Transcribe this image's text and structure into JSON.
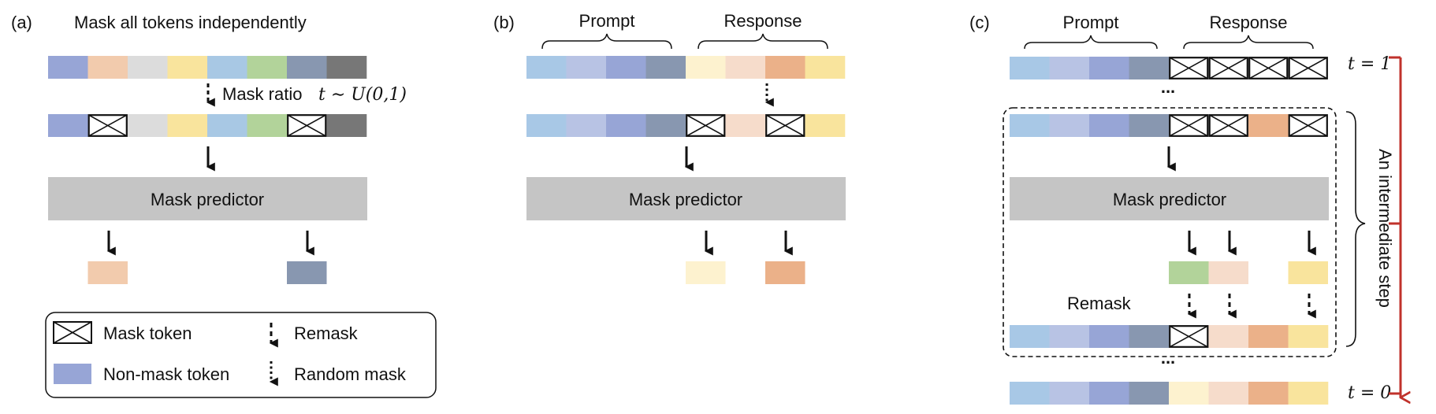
{
  "colors": {
    "c_blue": "#97a5d6",
    "c_peach": "#f2cbad",
    "c_gray": "#dcdcdc",
    "c_yellow": "#f9e49d",
    "c_skyblue": "#a8c8e4",
    "c_green": "#b2d39a",
    "c_slate": "#8897b0",
    "c_dark": "#777777",
    "c_lightblue": "#a8c8e6",
    "c_lavender": "#b8c3e4",
    "c_periwinkle": "#97a5d6",
    "c_cream": "#fdf2cf",
    "c_blush": "#f6dccb",
    "c_orange": "#ebb189",
    "predictor_fill": "#c5c5c5",
    "time_arrow": "#c0322b"
  },
  "panel_a": {
    "label": "(a)",
    "title": "Mask all tokens independently",
    "row1": [
      "c_blue",
      "c_peach",
      "c_gray",
      "c_yellow",
      "c_skyblue",
      "c_green",
      "c_slate",
      "c_dark"
    ],
    "row2": [
      "c_blue",
      "mask",
      "c_gray",
      "c_yellow",
      "c_skyblue",
      "c_green",
      "mask",
      "c_dark"
    ],
    "mask_ratio_text": "Mask ratio",
    "mask_ratio_math": "t ∼ U(0,1)",
    "predictor": "Mask predictor",
    "outputs": [
      {
        "col": 1,
        "color": "c_peach"
      },
      {
        "col": 6,
        "color": "c_slate"
      }
    ]
  },
  "legend": {
    "mask_token": "Mask token",
    "non_mask_token": "Non-mask token",
    "remask": "Remask",
    "random_mask": "Random mask"
  },
  "panel_b": {
    "label": "(b)",
    "prompt": "Prompt",
    "response": "Response",
    "row1": [
      "c_lightblue",
      "c_lavender",
      "c_periwinkle",
      "c_slate",
      "c_cream",
      "c_blush",
      "c_orange",
      "c_yellow"
    ],
    "row2": [
      "c_lightblue",
      "c_lavender",
      "c_periwinkle",
      "c_slate",
      "mask",
      "c_blush",
      "mask",
      "c_yellow"
    ],
    "predictor": "Mask predictor",
    "outputs": [
      {
        "col": 4,
        "color": "c_cream"
      },
      {
        "col": 6,
        "color": "c_orange"
      }
    ]
  },
  "panel_c": {
    "label": "(c)",
    "prompt": "Prompt",
    "response": "Response",
    "row_t1": [
      "c_lightblue",
      "c_lavender",
      "c_periwinkle",
      "c_slate",
      "mask",
      "mask",
      "mask",
      "mask"
    ],
    "row_mid": [
      "c_lightblue",
      "c_lavender",
      "c_periwinkle",
      "c_slate",
      "mask",
      "mask",
      "c_orange",
      "mask"
    ],
    "outputs": [
      {
        "col": 4,
        "color": "c_green"
      },
      {
        "col": 5,
        "color": "c_blush"
      },
      {
        "col": 7,
        "color": "c_yellow"
      }
    ],
    "remask_label": "Remask",
    "row_after": [
      "c_lightblue",
      "c_lavender",
      "c_periwinkle",
      "c_slate",
      "mask",
      "c_blush",
      "c_orange",
      "c_yellow"
    ],
    "row_t0": [
      "c_lightblue",
      "c_lavender",
      "c_periwinkle",
      "c_slate",
      "c_cream",
      "c_blush",
      "c_orange",
      "c_yellow"
    ],
    "predictor": "Mask predictor",
    "ellipsis": "...",
    "t1_label": "t = 1",
    "t0_label": "t = 0",
    "intermediate": "An intermediate step"
  }
}
